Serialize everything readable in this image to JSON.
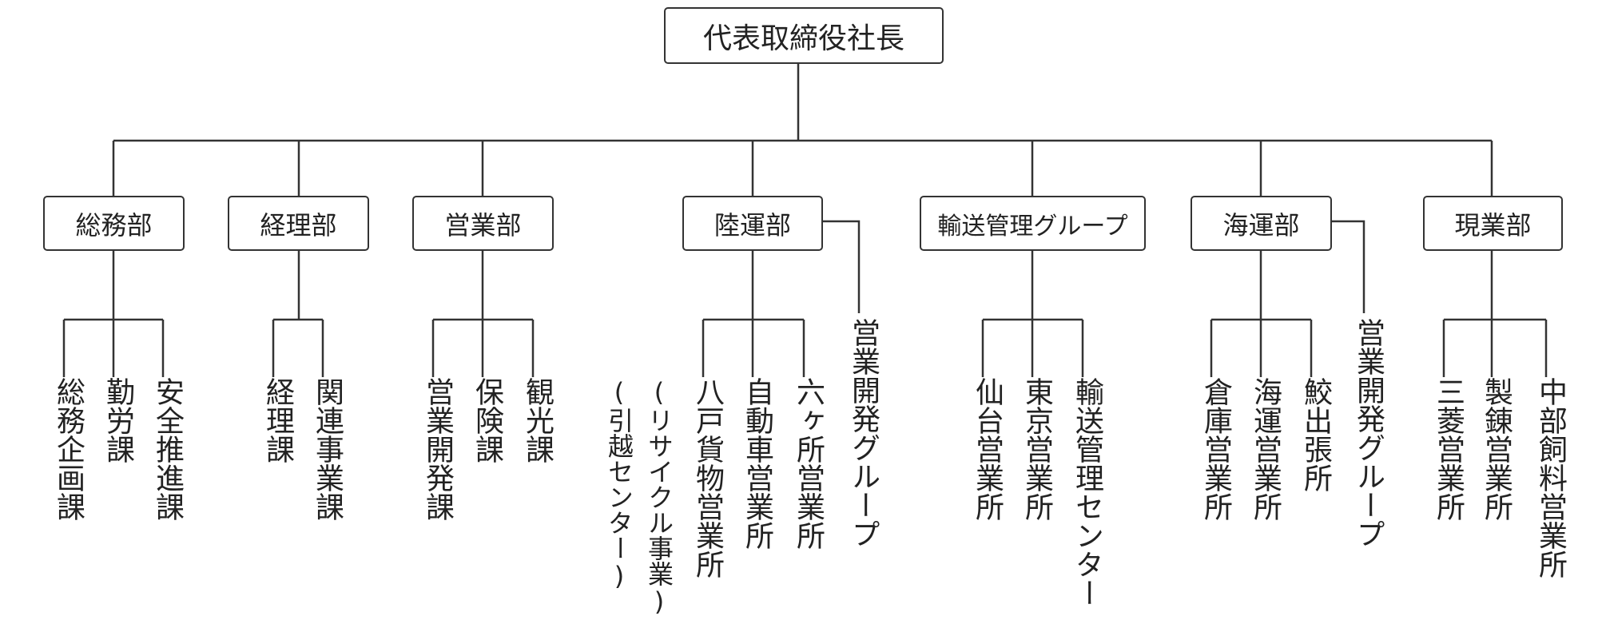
{
  "president": "代表取締役社長",
  "departments": [
    {
      "name": "総務部",
      "units": [
        "総務企画課",
        "勤労課",
        "安全推進課"
      ],
      "side": ""
    },
    {
      "name": "経理部",
      "units": [
        "経理課",
        "関連事業課"
      ],
      "side": ""
    },
    {
      "name": "営業部",
      "units": [
        "営業開発課",
        "保険課",
        "観光課"
      ],
      "side": ""
    },
    {
      "name": "陸運部",
      "units": [
        "(リサイクル事業)",
        "(引越センター)",
        "八戸貨物営業所",
        "自動車営業所",
        "六ヶ所営業所"
      ],
      "side": "営業開発グループ"
    },
    {
      "name": "輸送管理グループ",
      "units": [
        "仙台営業所",
        "東京営業所",
        "輸送管理センター"
      ],
      "side": ""
    },
    {
      "name": "海運部",
      "units": [
        "倉庫営業所",
        "海運営業所",
        "鮫出張所"
      ],
      "side": "営業開発グループ"
    },
    {
      "name": "現業部",
      "units": [
        "三菱営業所",
        "製錬営業所",
        "中部飼料営業所"
      ],
      "side": ""
    }
  ]
}
